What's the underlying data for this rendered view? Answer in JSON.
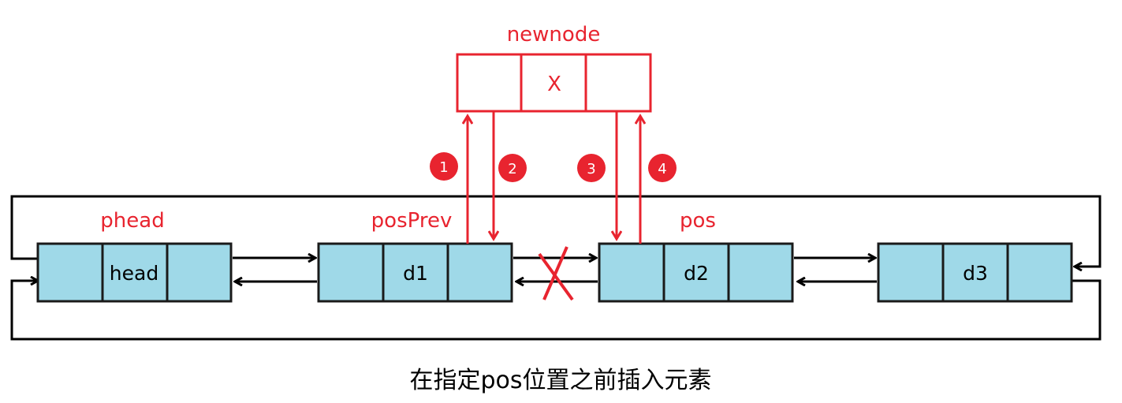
{
  "colors": {
    "node_fill": "#9fd9e8",
    "node_stroke": "#1a1a1a",
    "accent_red": "#e8242f",
    "arrow_black": "#000000"
  },
  "newnode": {
    "label": "newnode",
    "data": "X"
  },
  "nodes": [
    {
      "pointer_label": "phead",
      "data": "head"
    },
    {
      "pointer_label": "posPrev",
      "data": "d1"
    },
    {
      "pointer_label": "pos",
      "data": "d2"
    },
    {
      "pointer_label": "",
      "data": "d3"
    }
  ],
  "steps": [
    "1",
    "2",
    "3",
    "4"
  ],
  "caption": "在指定pos位置之前插入元素"
}
